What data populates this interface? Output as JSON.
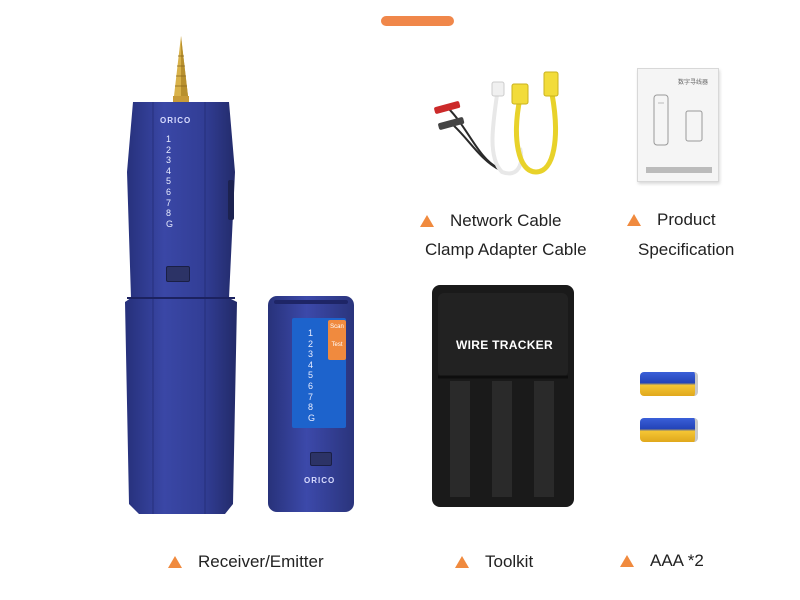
{
  "items": {
    "receiver_emitter": {
      "label": "Receiver/Emitter"
    },
    "toolkit": {
      "label": "Toolkit"
    },
    "batteries": {
      "label": "AAA *2"
    },
    "cables": {
      "line1": "Network Cable",
      "line2": "Clamp Adapter Cable"
    },
    "manual": {
      "line1": "Product",
      "line2": "Specification"
    }
  },
  "device": {
    "brand": "ORICO",
    "port_numbers": [
      "1",
      "2",
      "3",
      "4",
      "5",
      "6",
      "7",
      "8",
      "G"
    ],
    "emitter_tags": [
      "Scan",
      "Test"
    ]
  },
  "bag": {
    "text": "WIRE TRACKER"
  },
  "colors": {
    "accent": "#f08a3e",
    "device_blue": "#2f3a8c",
    "panel_blue": "#1e6bd6"
  }
}
